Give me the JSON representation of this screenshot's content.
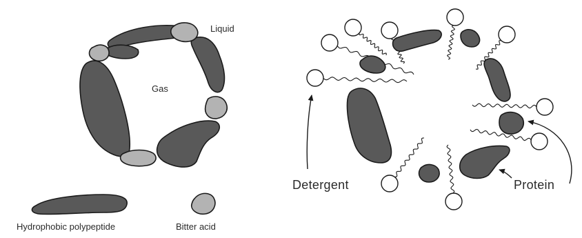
{
  "labels": {
    "liquid": "Liquid",
    "gas": "Gas",
    "hydrophobic_polypeptide": "Hydrophobic polypeptide",
    "bitter_acid": "Bitter acid",
    "detergent": "Detergent",
    "protein": "Protein"
  },
  "colors": {
    "polypeptide": "#595959",
    "bitter_acid": "#b3b3b3",
    "outline": "#1a1a1a",
    "highlight": "#f2f2f2",
    "detergent_head": "#ffffff"
  }
}
